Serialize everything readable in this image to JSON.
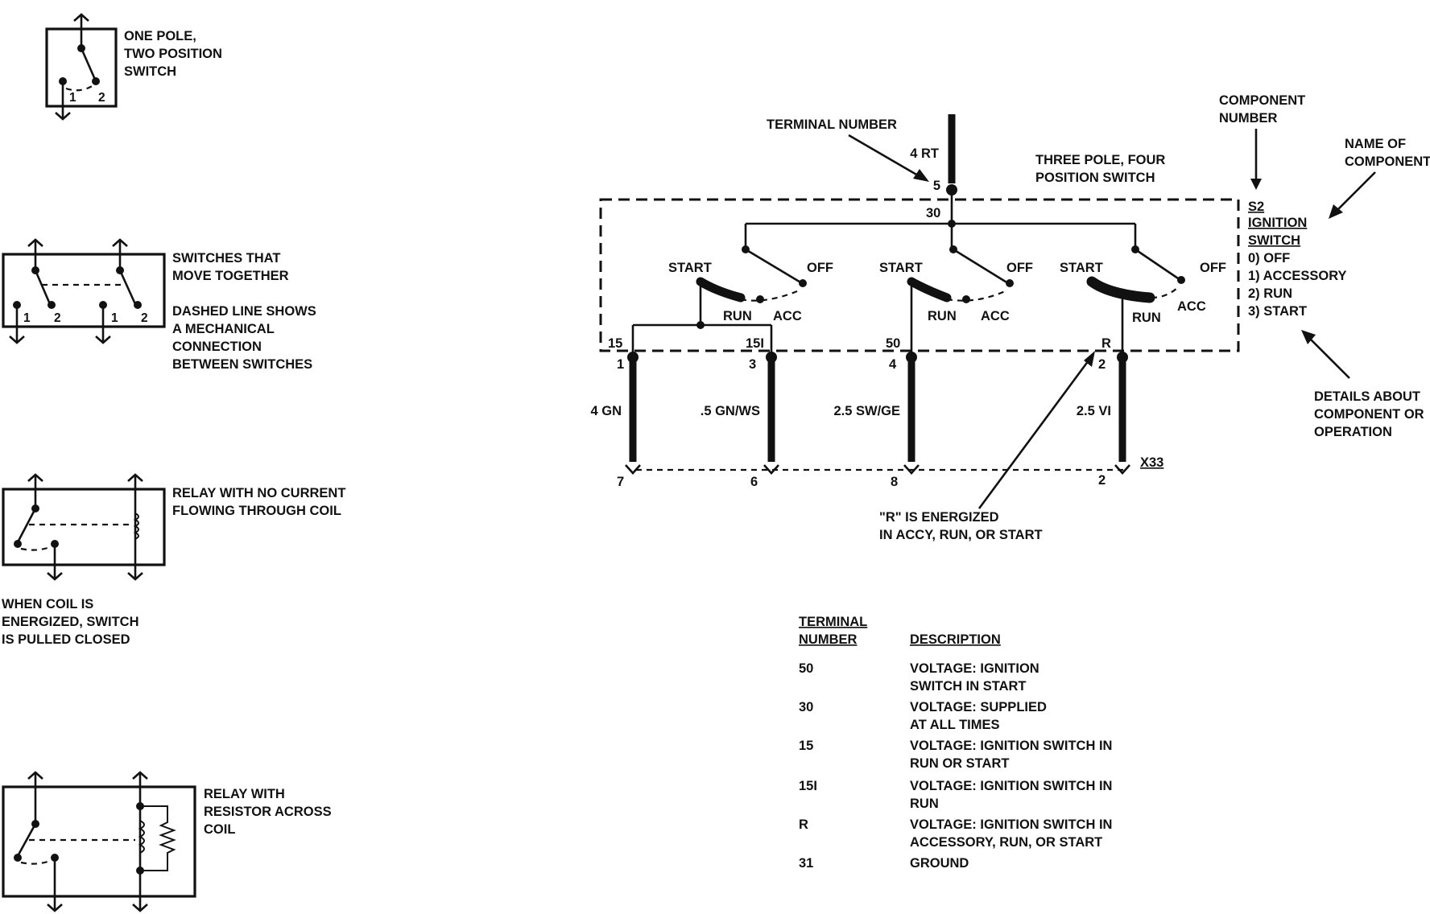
{
  "legend": {
    "one_pole": {
      "line1": "ONE POLE,",
      "line2": "TWO POSITION",
      "line3": "SWITCH",
      "pos1": "1",
      "pos2": "2"
    },
    "gang": {
      "line1": "SWITCHES THAT",
      "line2": "MOVE TOGETHER",
      "line3": "DASHED LINE SHOWS",
      "line4": "A MECHANICAL",
      "line5": "CONNECTION",
      "line6": "BETWEEN SWITCHES",
      "pos1": "1",
      "pos2": "2"
    },
    "relay1": {
      "line1": "RELAY WITH NO CURRENT",
      "line2": "FLOWING THROUGH COIL",
      "note1": "WHEN COIL IS",
      "note2": "ENERGIZED, SWITCH",
      "note3": "IS PULLED CLOSED"
    },
    "relay2": {
      "line1": "RELAY WITH",
      "line2": "RESISTOR ACROSS",
      "line3": "COIL"
    }
  },
  "switch": {
    "terminal_number_label": "TERMINAL NUMBER",
    "top_wire": "4 RT",
    "top_pin": "5",
    "common_terminal": "30",
    "type_line1": "THREE POLE, FOUR",
    "type_line2": "POSITION SWITCH",
    "component_number_line1": "COMPONENT",
    "component_number_line2": "NUMBER",
    "name_of_component_line1": "NAME OF",
    "name_of_component_line2": "COMPONENT",
    "component_id": "S2",
    "component_name_line1": "IGNITION",
    "component_name_line2": "SWITCH",
    "positions": [
      "0) OFF",
      "1) ACCESSORY",
      "2) RUN",
      "3) START"
    ],
    "details_line1": "DETAILS ABOUT",
    "details_line2": "COMPONENT OR",
    "details_line3": "OPERATION",
    "pos_start": "START",
    "pos_off": "OFF",
    "pos_run": "RUN",
    "pos_acc": "ACC",
    "terminals": [
      {
        "term": "15",
        "pin": "1",
        "wire": "4 GN",
        "conn": "7"
      },
      {
        "term": "15I",
        "pin": "3",
        "wire": ".5 GN/WS",
        "conn": "6"
      },
      {
        "term": "50",
        "pin": "4",
        "wire": "2.5 SW/GE",
        "conn": "8"
      },
      {
        "term": "R",
        "pin": "2",
        "wire": "2.5 VI",
        "conn": "2"
      }
    ],
    "connector": "X33",
    "r_note_line1": "\"R\" IS ENERGIZED",
    "r_note_line2": "IN ACCY, RUN, OR START"
  },
  "terminal_table": {
    "header_col1_line1": "TERMINAL",
    "header_col1_line2": "NUMBER",
    "header_col2": "DESCRIPTION",
    "rows": [
      {
        "terminal": "50",
        "desc1": "VOLTAGE: IGNITION",
        "desc2": "SWITCH IN START"
      },
      {
        "terminal": "30",
        "desc1": "VOLTAGE: SUPPLIED",
        "desc2": "AT ALL TIMES"
      },
      {
        "terminal": "15",
        "desc1": "VOLTAGE: IGNITION SWITCH IN",
        "desc2": "RUN OR START"
      },
      {
        "terminal": "15I",
        "desc1": "VOLTAGE: IGNITION SWITCH IN",
        "desc2": "RUN"
      },
      {
        "terminal": "R",
        "desc1": "VOLTAGE: IGNITION SWITCH IN",
        "desc2": "ACCESSORY, RUN, OR START"
      },
      {
        "terminal": "31",
        "desc1": "GROUND",
        "desc2": ""
      }
    ]
  }
}
